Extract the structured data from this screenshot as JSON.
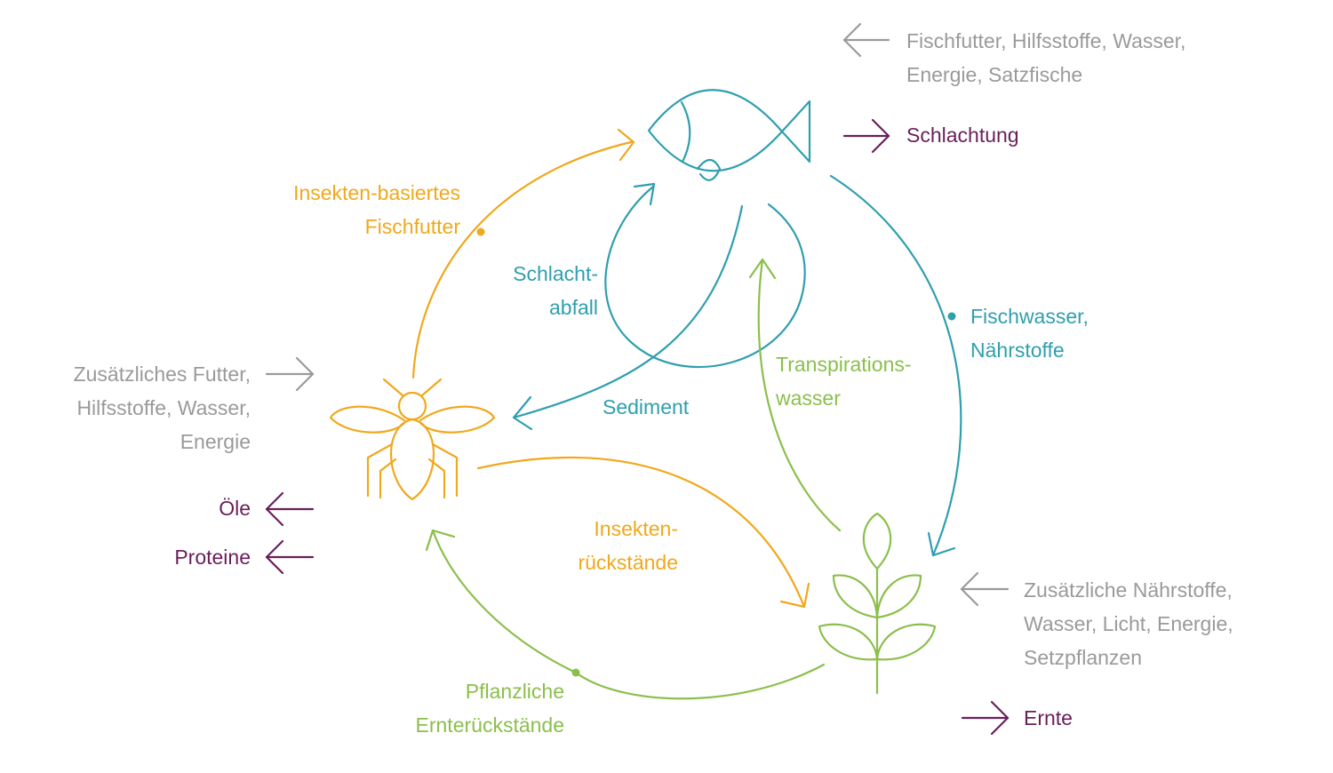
{
  "colors": {
    "fish": "#2f9fae",
    "insect": "#f0a81c",
    "plant": "#8bbf4c",
    "input": "#9a9a9a",
    "output": "#6a1f5a"
  },
  "icons": {
    "fish": "fish-icon",
    "insect": "insect-icon",
    "plant": "plant-icon"
  },
  "fish_node": {
    "inputs": [
      "Fischfutter, Hilfsstoffe, Wasser,",
      "Energie, Satzfische"
    ],
    "output": "Schlachtung"
  },
  "insect_node": {
    "inputs": [
      "Zusätzliches Futter,",
      "Hilfsstoffe, Wasser,",
      "Energie"
    ],
    "outputs": [
      "Öle",
      "Proteine"
    ]
  },
  "plant_node": {
    "inputs": [
      "Zusätzliche Nährstoffe,",
      "Wasser, Licht, Energie,",
      "Setzpflanzen"
    ],
    "output": "Ernte"
  },
  "flows": {
    "insect_to_fish": [
      "Insekten-basiertes",
      "Fischfutter"
    ],
    "slaughter_waste": [
      "Schlacht-",
      "abfall"
    ],
    "fish_to_plant": [
      "Fischwasser,",
      "Nährstoffe"
    ],
    "sediment": "Sediment",
    "transpiration": [
      "Transpirations-",
      "wasser"
    ],
    "insect_residues": [
      "Insekten-",
      "rückstände"
    ],
    "plant_residues": [
      "Pflanzliche",
      "Ernterückstände"
    ]
  }
}
